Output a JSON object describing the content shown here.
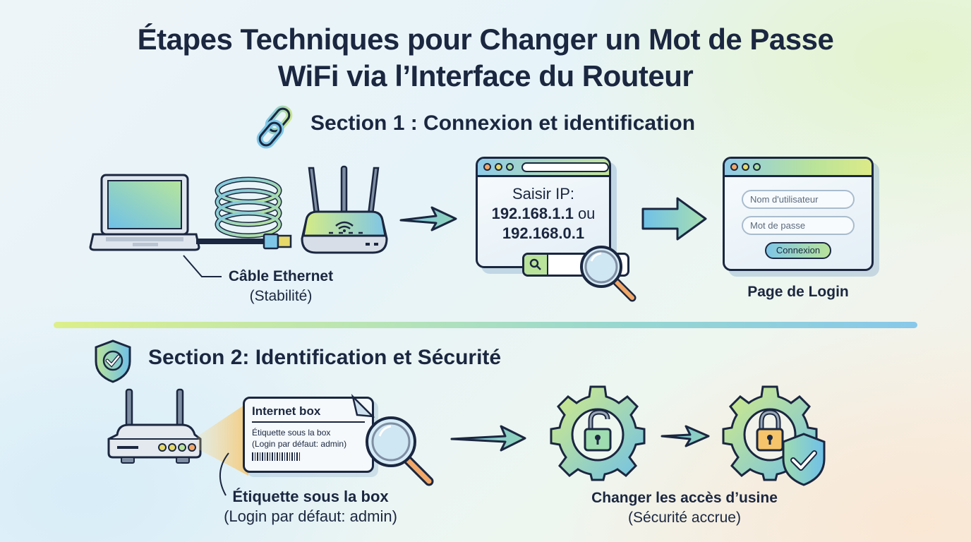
{
  "title": {
    "line1": "Étapes Techniques pour Changer un Mot de Passe",
    "line2": "WiFi via l’Interface du Routeur"
  },
  "section1": {
    "heading": "Section 1 : Connexion et identification",
    "icon": "link-chain-icon",
    "cable": {
      "label": "Câble Ethernet",
      "sublabel": "(Stabilité)"
    },
    "ip_browser": {
      "prompt": "Saisir IP:",
      "ip1": "192.168.1.1",
      "or": "ou",
      "ip2": "192.168.0.1"
    },
    "login_page": {
      "username_placeholder": "Nom d'utilisateur",
      "password_placeholder": "Mot de passe",
      "button": "Connexion",
      "caption": "Page de Login"
    }
  },
  "section2": {
    "heading": "Section 2: Identification et Sécurité",
    "icon": "shield-check-icon",
    "label_card": {
      "title": "Internet box",
      "line1": "Étiquette sous la box",
      "line2": "(Login par défaut: admin)"
    },
    "label_caption": {
      "label": "Étiquette sous la box",
      "sublabel": "(Login par défaut: admin)"
    },
    "security_caption": {
      "label": "Changer les accès d’usine",
      "sublabel": "(Sécurité accrue)"
    }
  },
  "colors": {
    "ink": "#1b2740",
    "accent_green": "#b9e39a",
    "accent_blue": "#7fc6e6",
    "accent_orange": "#f2a868",
    "accent_yellow": "#e6d96a"
  }
}
